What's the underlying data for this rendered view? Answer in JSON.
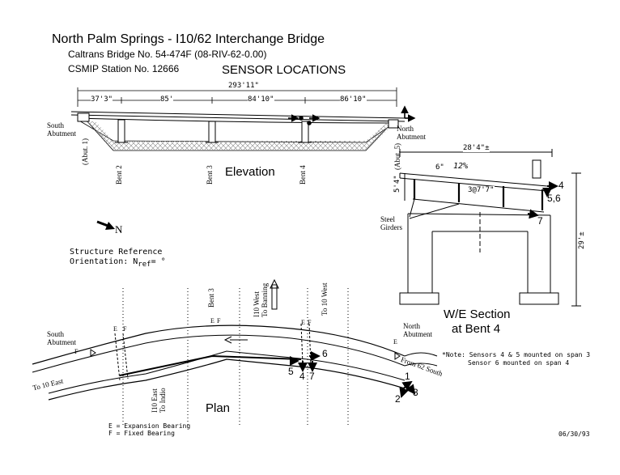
{
  "header": {
    "title": "North Palm Springs - I10/62 Interchange Bridge",
    "line2": "Caltrans Bridge No. 54-474F (08-RIV-62-0.00)",
    "line3": "CSMIP Station No. 12666",
    "sensor_heading": "SENSOR LOCATIONS"
  },
  "elevation": {
    "label": "Elevation",
    "total_span": "293'11\"",
    "spans": [
      "37'3\"",
      "85'",
      "84'10\"",
      "86'10\""
    ],
    "south_abutment": "South\nAbutment",
    "north_abutment": "North\nAbutment",
    "abut1": "(Abut. 1)",
    "abut5": "(Abut. 5)",
    "bent2": "Bent 2",
    "bent3": "Bent 3",
    "bent4": "Bent 4"
  },
  "section": {
    "label_line1": "W/E Section",
    "label_line2": "at Bent 4",
    "width": "28'4\"±",
    "overhang": "6\"",
    "slope": "12%",
    "girder_spacing": "3@7'7\"",
    "depth": "5'4\"",
    "height": "29'±",
    "steel_girders": "Steel\nGirders",
    "sensor_4": "4",
    "sensor_56": "5,6",
    "sensor_7": "7"
  },
  "orientation": {
    "north_label": "N",
    "ref_line1": "Structure Reference",
    "ref_line2": "Orientation: N",
    "ref_sub": "ref",
    "ref_eq": "= °"
  },
  "plan": {
    "label": "Plan",
    "south_abutment": "South\nAbutment",
    "north_abutment": "North\nAbutment",
    "i10_west": "I10 West\nTo Banning",
    "i10_east": "I10 East\nTo Indio",
    "to_10_west": "To 10 West",
    "to_10_east": "To 10 East",
    "from_62_south": "From 62 South",
    "bent3": "Bent 3",
    "legend_e": "E = Expansion Bearing",
    "legend_f": "F = Fixed Bearing",
    "sensors": [
      "1",
      "2",
      "3",
      "4",
      "5",
      "6",
      "7"
    ],
    "e": "E",
    "f": "F"
  },
  "note": {
    "line1": "*Note: Sensors 4 & 5 mounted on span 3",
    "line2": "Sensor 6 mounted on span 4"
  },
  "date": "06/30/93"
}
